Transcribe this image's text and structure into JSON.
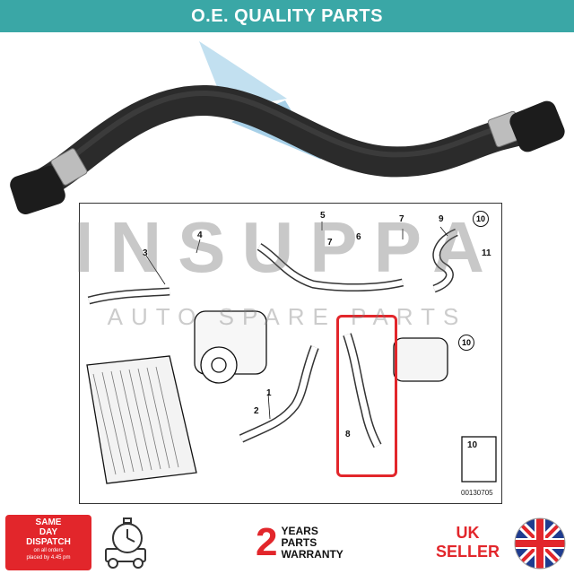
{
  "banner": {
    "title": "O.E. QUALITY PARTS"
  },
  "watermark": {
    "brand": "INSUPPA",
    "tagline": "AUTO SPARE PARTS"
  },
  "diagram": {
    "callouts": [
      "1",
      "2",
      "3",
      "4",
      "5",
      "6",
      "7",
      "7",
      "8",
      "9",
      "10",
      "10",
      "11",
      "10"
    ],
    "circled_numbers": [
      "10",
      "10"
    ],
    "reference_code": "00130705"
  },
  "badges": {
    "dispatch_line1": "SAME",
    "dispatch_line2": "DAY",
    "dispatch_line3": "DISPATCH",
    "dispatch_note1": "on all orders",
    "dispatch_note2": "placed by 4.45 pm",
    "warranty_number": "2",
    "warranty_line1": "YEARS",
    "warranty_line2": "PARTS",
    "warranty_line3": "WARRANTY",
    "seller_line1": "UK",
    "seller_line2": "SELLER"
  },
  "colors": {
    "banner": "#3aa7a6",
    "accent": "#e2262b",
    "hose": "#2b2b2b"
  },
  "icons": [
    "stopwatch-icon",
    "uk-flag-icon",
    "hose-product-image",
    "engine-diagram-image"
  ]
}
